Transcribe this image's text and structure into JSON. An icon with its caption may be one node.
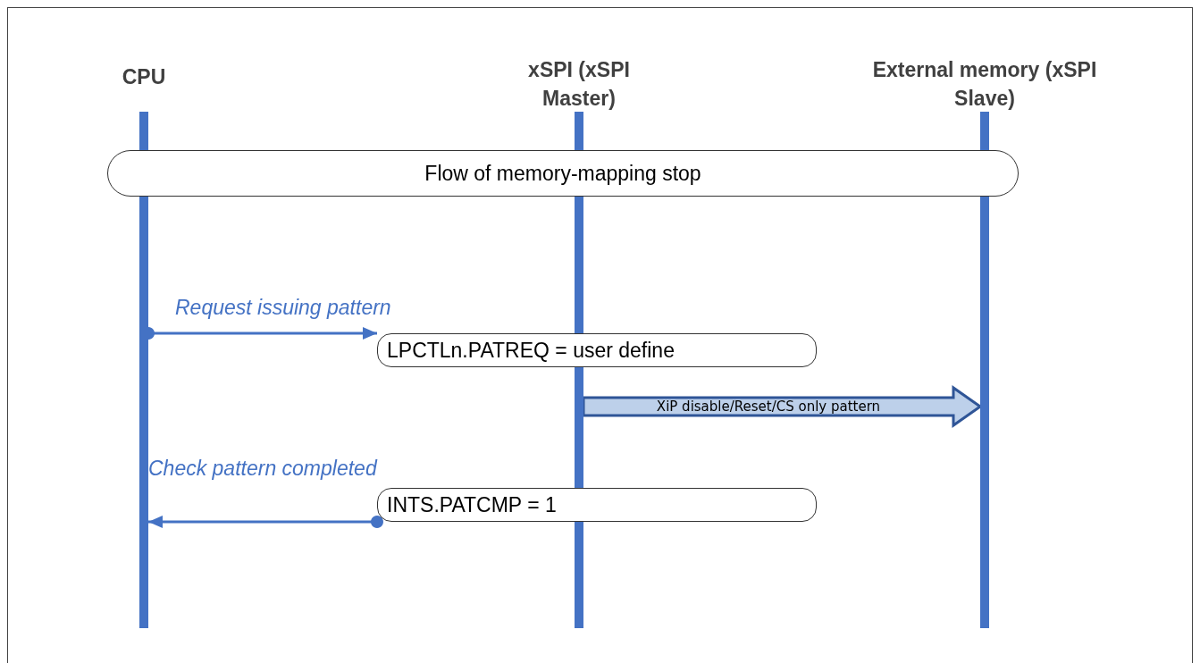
{
  "diagram": {
    "nodes": [
      {
        "text": [
          "CPU"
        ]
      },
      {
        "text": [
          "xSPI (xSPI Master)"
        ]
      },
      {
        "text": [
          "External memory (xSPI Slave)"
        ]
      },
      {
        "text": [
          "Flow of memory-mapping stop"
        ]
      },
      {
        "text": [
          "LPCTLn.PATREQ = user define"
        ]
      },
      {
        "text": [
          "INTS.PATCMP = 1"
        ]
      }
    ],
    "edges": [
      {
        "from": 0,
        "to": 4,
        "arrow": "to",
        "label": "Request issuing pattern"
      },
      {
        "from": 1,
        "to": 2,
        "arrow": "to",
        "label": "XiP disable/Reset/CS only pattern",
        "style": "thick",
        "color": "#2f5597"
      },
      {
        "from": 5,
        "to": 0,
        "arrow": "to",
        "label": "Check pattern completed"
      }
    ]
  }
}
